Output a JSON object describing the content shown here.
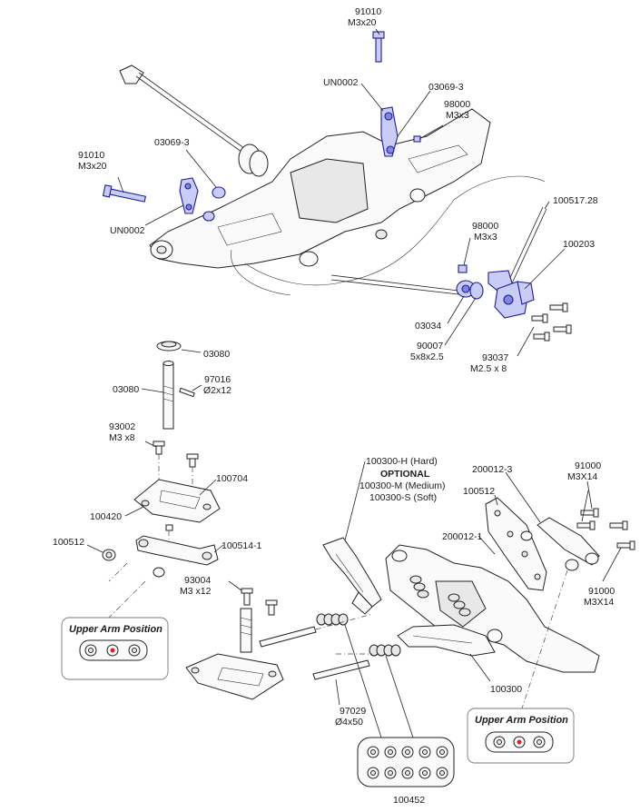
{
  "labels": {
    "l91010_top": "91010",
    "m3x20_top": "M3x20",
    "un0002_top": "UN0002",
    "l03069_top": "03069-3",
    "l98000_top": "98000",
    "m3x3_top": "M3x3",
    "l91010_left": "91010",
    "m3x20_left": "M3x20",
    "l03069_left": "03069-3",
    "un0002_left": "UN0002",
    "l100517": "100517.28",
    "l98000_mid": "98000",
    "m3x3_mid": "M3x3",
    "l100203": "100203",
    "l03034": "03034",
    "l90007": "90007",
    "s5x8": "5x8x2.5",
    "l93037": "93037",
    "m25x8": "M2.5 x 8",
    "l03080_top": "03080",
    "l97016": "97016",
    "d2x12": "Ø2x12",
    "l03080_left": "03080",
    "l93002": "93002",
    "m3x8": "M3 x8",
    "l100704": "100704",
    "l100420": "100420",
    "l100512_left": "100512",
    "l100514": "100514-1",
    "l93004": "93004",
    "m3x12": "M3 x12",
    "l100300h": "100300-H (Hard)",
    "optional": "OPTIONAL",
    "l100300m": "100300-M (Medium)",
    "l100300s": "100300-S (Soft)",
    "l200012_3": "200012-3",
    "l100512_right": "100512",
    "l200012_1": "200012-1",
    "l91000_top": "91000",
    "m3x14_top": "M3X14",
    "l91000_bot": "91000",
    "m3x14_bot": "M3X14",
    "l97029": "97029",
    "d4x50": "Ø4x50",
    "l100300": "100300",
    "l100452": "100452"
  },
  "upper_arm_left": {
    "title": "Upper Arm Position"
  },
  "upper_arm_right": {
    "title": "Upper Arm Position"
  },
  "colors": {
    "highlight": "#7f86e0",
    "highlight_stroke": "#1c1c9a",
    "marker": "#e02020"
  }
}
